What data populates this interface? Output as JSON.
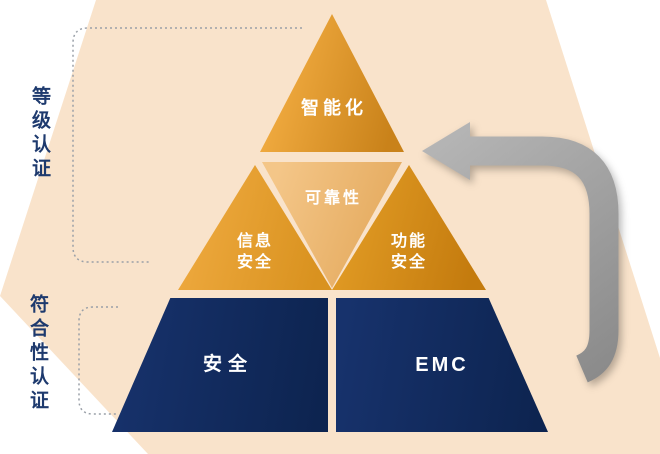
{
  "diagram": {
    "side_labels": {
      "level_certification": "等级认证",
      "conformity_certification": "符合性认证"
    },
    "pyramid": {
      "top": "智能化",
      "center": "可靠性",
      "mid_left": "信息\n安全",
      "mid_right": "功能\n安全",
      "base_left": "安全",
      "base_right": "EMC"
    },
    "colors": {
      "peach_background": "#F9E3CB",
      "orange_light": "#F2AC41",
      "orange_dark": "#C9821A",
      "tan_center": "#F0BE7D",
      "navy": "#122C5F",
      "side_label_navy": "#1E3A6E",
      "arrow_gray": "#9A9A9A",
      "dotted_line_gray": "#9AA0A8"
    }
  }
}
